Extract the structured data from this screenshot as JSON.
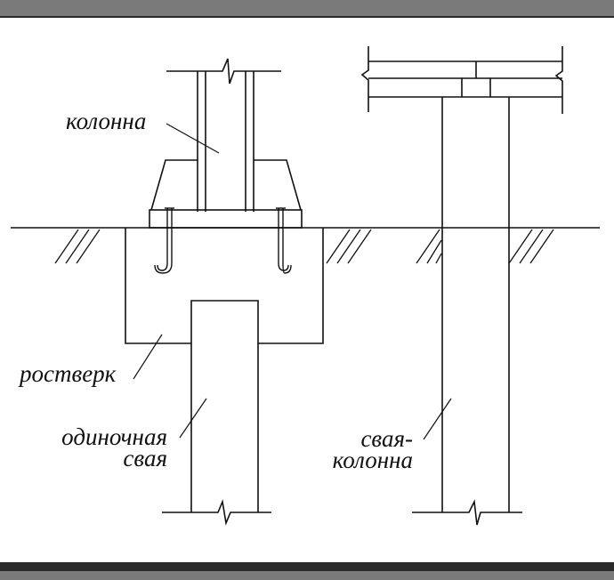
{
  "labels": {
    "kolonna": "колонна",
    "rostverk": "ростверк",
    "odinochnaya_svaya": [
      "одиночная",
      "свая"
    ],
    "svaya_kolonna": [
      "свая-",
      "колонна"
    ]
  },
  "colors": {
    "line": "#111111",
    "frame": "#7a7a7a",
    "frame_dark": "#2a2a2a",
    "background": "#ffffff"
  }
}
